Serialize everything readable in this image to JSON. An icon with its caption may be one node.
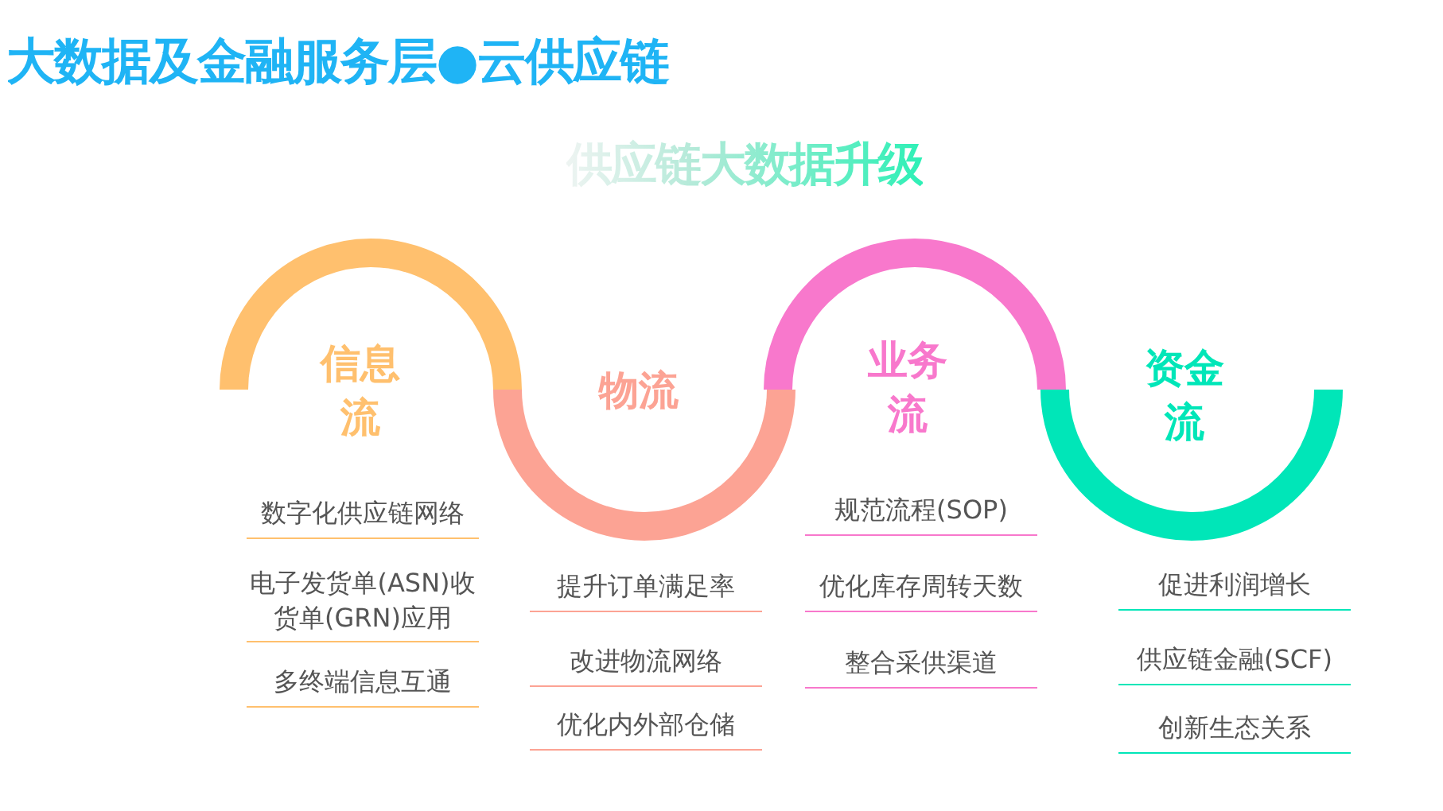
{
  "diagram": {
    "title": "大数据及金融服务层●云供应链",
    "nodes": [
      {
        "text": [
          "信息流"
        ],
        "beside": [
          "数字化供应链网络",
          "电子发货单(ASN)收货单(GRN)应用",
          "多终端信息互通"
        ]
      },
      {
        "text": [
          "物流"
        ],
        "beside": [
          "提升订单满足率",
          "改进物流网络",
          "优化内外部仓储"
        ]
      },
      {
        "text": [
          "业务流"
        ],
        "beside": [
          "规范流程(SOP)",
          "优化库存周转天数",
          "整合采供渠道"
        ]
      },
      {
        "text": [
          "资金流"
        ],
        "beside": [
          "促进利润增长",
          "供应链金融(SCF)",
          "创新生态关系"
        ]
      }
    ],
    "labels": [
      "供应链大数据升级"
    ]
  }
}
